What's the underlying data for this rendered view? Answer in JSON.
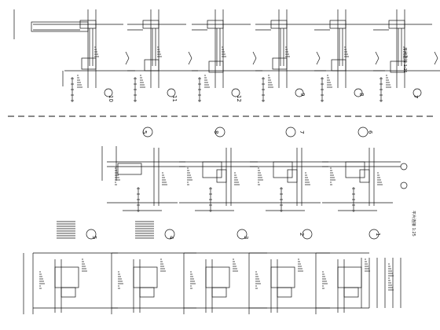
{
  "drawing": {
    "type": "structural detail sheet",
    "line_color": "#111111",
    "background": "#ffffff",
    "rows": 3
  },
  "section_markers": {
    "row1": [
      "10",
      "11",
      "12",
      "9",
      "8",
      "7"
    ],
    "row2": [
      "5",
      "8",
      "7",
      "6"
    ],
    "row3": [
      "5",
      "4",
      "3",
      "2",
      "1"
    ]
  },
  "notes": {
    "row1_note": "平片连接 1:25",
    "row2_note": "平片连接 1:25"
  }
}
